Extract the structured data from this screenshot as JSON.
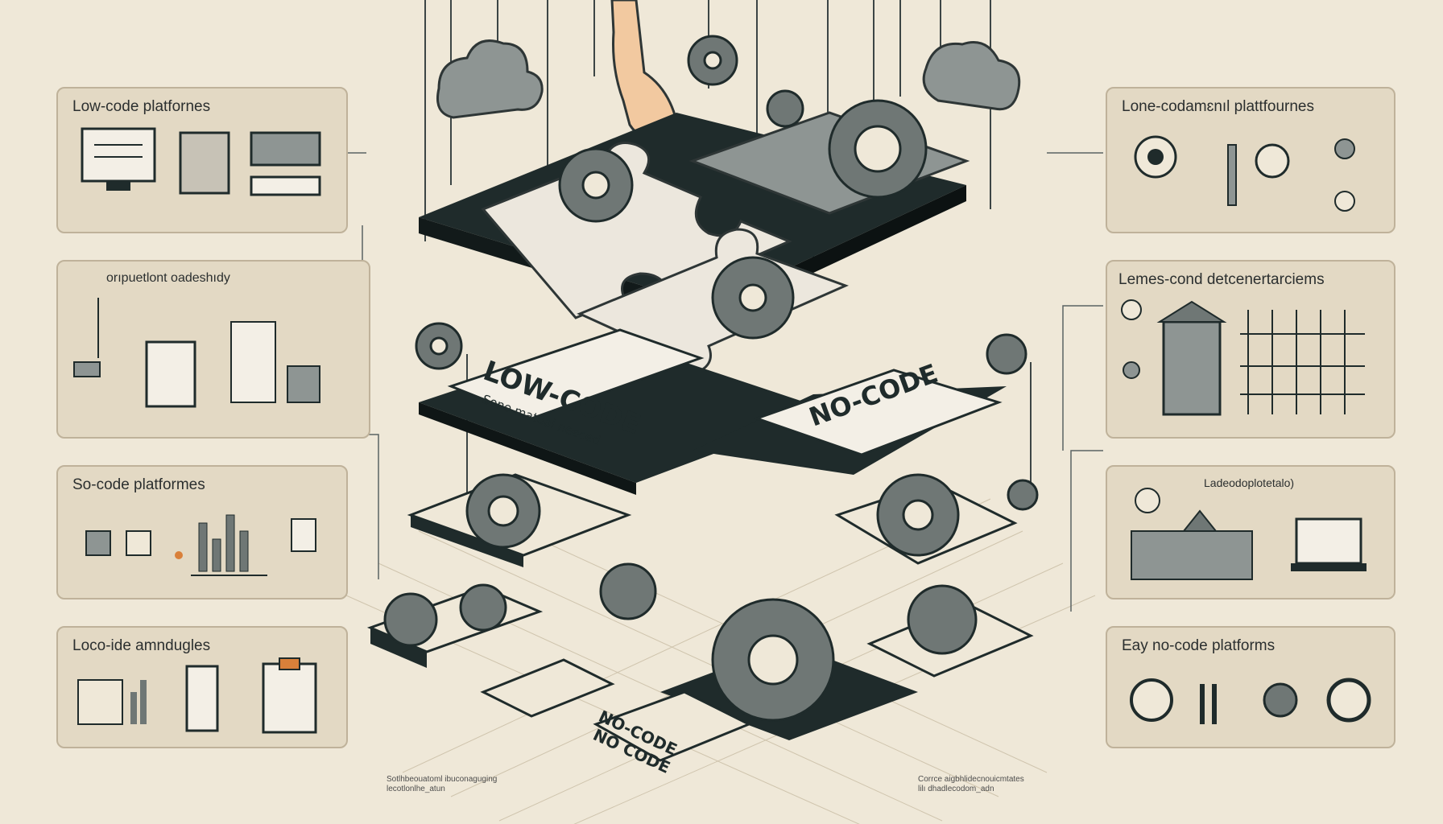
{
  "left_panels": [
    {
      "title": "Low-code platfornes"
    },
    {
      "title": "orıpuetlont oadeshıdy"
    },
    {
      "title": "So-code platformes"
    },
    {
      "title": "Loco-ide amndugles"
    }
  ],
  "right_panels": [
    {
      "title": "Lone-codamɛnıl plattfournes"
    },
    {
      "title": "Lemes-cond detcenertarciems"
    },
    {
      "title": "Ladeodoplotetalo)"
    },
    {
      "title": "Eay no-code platforms"
    }
  ],
  "center": {
    "low_code_label": "LOW-CODE",
    "low_code_sub": "Sone matual neeced",
    "no_code_label": "NO-CODE",
    "bottom_tag_line1": "NO-CODE",
    "bottom_tag_line2": "NO CODE"
  },
  "footer": {
    "left_line1": "Sotlhbeouatoml ibuconaguging",
    "left_line2": "lecotlonlhe_atun",
    "right_line1": "Corrce aigbhlidecnouicmtates",
    "right_line2": "lilı dhadlecodom_adn"
  },
  "colors": {
    "background": "#efe8d8",
    "panel": "#e3d9c4",
    "dark": "#1f2b2b",
    "gear": "#6f7775",
    "accent": "#d9803a"
  }
}
